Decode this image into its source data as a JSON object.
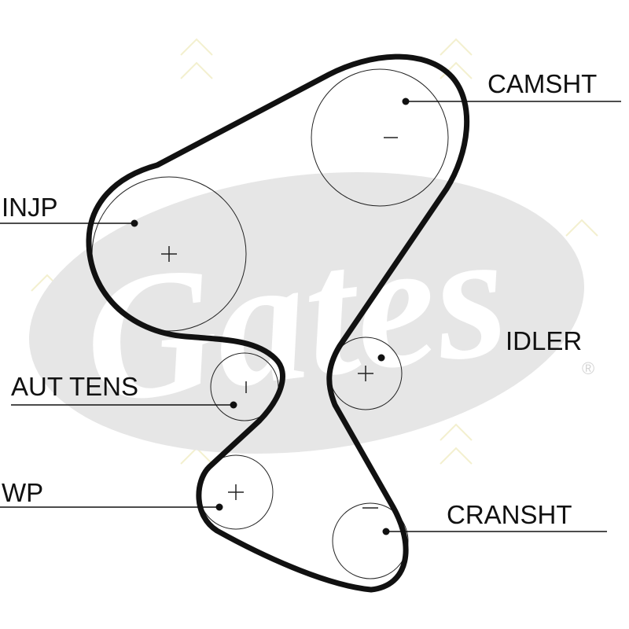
{
  "labels": {
    "camshaft": "CAMSHT",
    "injection_pump": "INJP",
    "idler": "IDLER",
    "auto_tensioner": "AUT TENS",
    "water_pump": "WP",
    "crankshaft": "CRANSHT"
  },
  "watermark": {
    "brand_text": "Gates",
    "registered_mark": "®"
  },
  "colors": {
    "belt": "#111111",
    "watermark": "#e6e6e6"
  }
}
